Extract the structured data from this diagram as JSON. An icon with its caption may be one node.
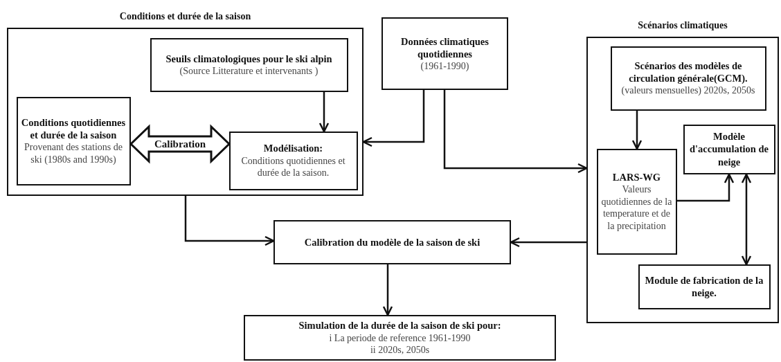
{
  "diagram": {
    "nodes": [
      {
        "text": [
          "Conditions et durée de la saison"
        ]
      },
      {
        "text": [
          "Seuils climatologiques pour le ski alpin",
          "(Source Litterature et intervenants )"
        ],
        "in": 0
      },
      {
        "text": [
          "Conditions quotidiennes et durée de la saison",
          "Provenant des stations de ski (1980s and 1990s)"
        ],
        "in": 0
      },
      {
        "text": [
          "Modélisation:",
          "Conditions quotidiennes et durée de la saison."
        ],
        "in": 0
      },
      {
        "text": [
          "Données climatiques quotidiennes",
          "(1961-1990)"
        ]
      },
      {
        "text": [
          "Scénarios climatiques"
        ]
      },
      {
        "text": [
          "Scénarios des modèles de circulation générale(GCM).",
          "(valeurs mensuelles) 2020s, 2050s"
        ],
        "in": 5
      },
      {
        "text": [
          "Modèle d'accumulation de neige"
        ],
        "in": 5
      },
      {
        "text": [
          "LARS-WG",
          "Valeurs quotidiennes de la temperature et de la precipitation"
        ],
        "in": 5
      },
      {
        "text": [
          "Module de fabrication de la neige."
        ],
        "in": 5
      },
      {
        "text": [
          "Calibration du modèle de la saison de ski"
        ]
      },
      {
        "text": [
          "Simulation de la durée de la saison de ski pour:",
          "i La periode de reference 1961-1990",
          "ii 2020s, 2050s"
        ]
      }
    ],
    "edges": [
      {
        "from": 1,
        "to": 3,
        "arrow": "to"
      },
      {
        "from": 2,
        "to": 3,
        "arrow": "both",
        "label": "Calibration",
        "style": "thick"
      },
      {
        "from": 4,
        "to": 0,
        "arrow": "to"
      },
      {
        "from": 4,
        "to": 5,
        "arrow": "to"
      },
      {
        "from": 6,
        "to": 8,
        "arrow": "to"
      },
      {
        "from": 8,
        "to": 7,
        "arrow": "to"
      },
      {
        "from": 7,
        "to": 9,
        "arrow": "both"
      },
      {
        "from": 0,
        "to": 10,
        "arrow": "to"
      },
      {
        "from": 5,
        "to": 10,
        "arrow": "to"
      },
      {
        "from": 10,
        "to": 11,
        "arrow": "to"
      }
    ]
  }
}
